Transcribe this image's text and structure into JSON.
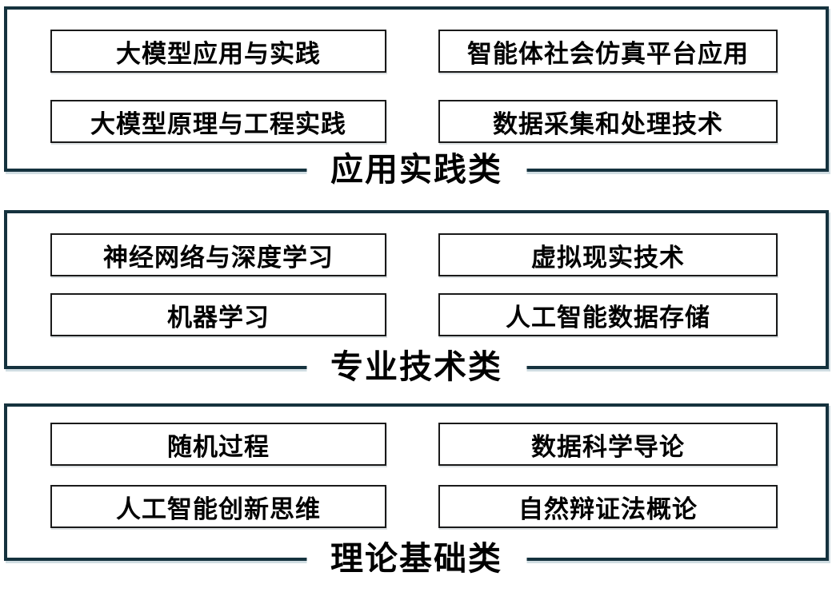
{
  "page": {
    "background_color": "#ffffff",
    "group_border_color": "#15323e",
    "course_border_color": "#1a1a1a",
    "text_color": "#000000"
  },
  "groups": [
    {
      "label": "应用实践类",
      "courses": [
        "大模型应用与实践",
        "智能体社会仿真平台应用",
        "大模型原理与工程实践",
        "数据采集和处理技术"
      ]
    },
    {
      "label": "专业技术类",
      "courses": [
        "神经网络与深度学习",
        "虚拟现实技术",
        "机器学习",
        "人工智能数据存储"
      ]
    },
    {
      "label": "理论基础类",
      "courses": [
        "随机过程",
        "数据科学导论",
        "人工智能创新思维",
        "自然辩证法概论"
      ]
    }
  ]
}
